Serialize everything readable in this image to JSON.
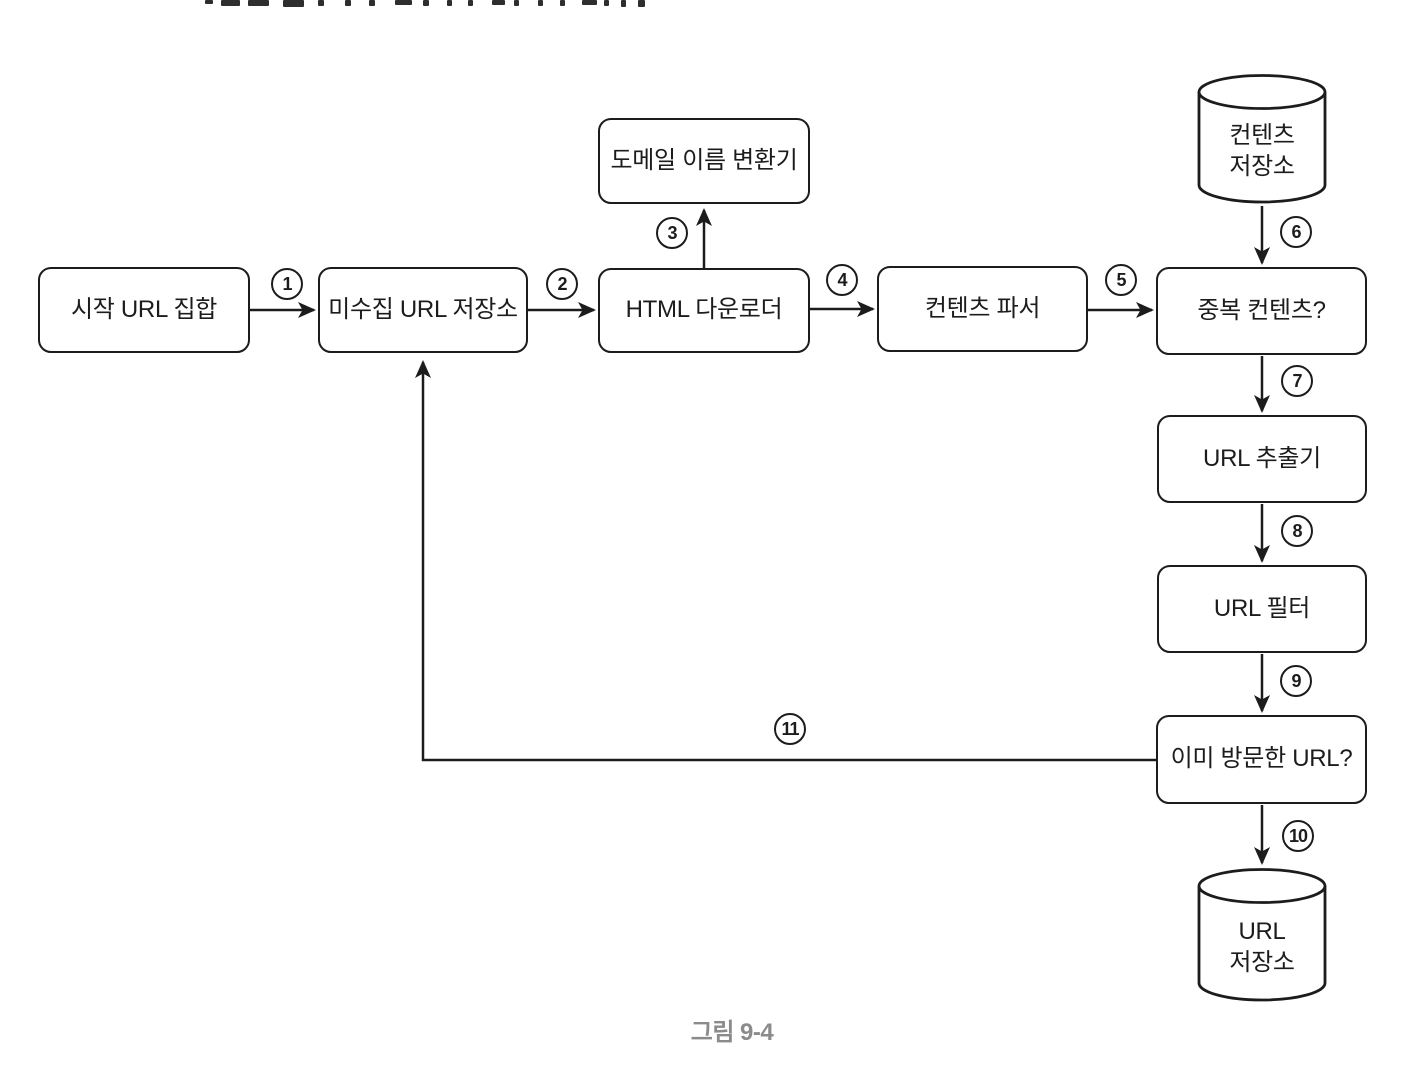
{
  "figure_caption": "그림 9-4",
  "nodes": {
    "start_url_set": {
      "label": "시작 URL 집합"
    },
    "unvisited_url_store": {
      "label": "미수집 URL 저장소"
    },
    "html_downloader": {
      "label": "HTML 다운로더"
    },
    "domain_name_resolver": {
      "label": "도메일 이름 변환기"
    },
    "content_parser": {
      "label": "컨텐츠 파서"
    },
    "duplicate_content_check": {
      "label": "중복 컨텐츠?"
    },
    "content_storage": {
      "line1": "컨텐츠",
      "line2": "저장소"
    },
    "url_extractor": {
      "label": "URL 추출기"
    },
    "url_filter": {
      "label": "URL 필터"
    },
    "visited_url_check": {
      "label": "이미 방문한 URL?"
    },
    "url_storage": {
      "line1": "URL",
      "line2": "저장소"
    }
  },
  "step_numbers": [
    "1",
    "2",
    "3",
    "4",
    "5",
    "6",
    "7",
    "8",
    "9",
    "10",
    "11"
  ],
  "edges": [
    {
      "step": "1",
      "from": "start_url_set",
      "to": "unvisited_url_store"
    },
    {
      "step": "2",
      "from": "unvisited_url_store",
      "to": "html_downloader"
    },
    {
      "step": "3",
      "from": "html_downloader",
      "to": "domain_name_resolver"
    },
    {
      "step": "4",
      "from": "html_downloader",
      "to": "content_parser"
    },
    {
      "step": "5",
      "from": "content_parser",
      "to": "duplicate_content_check"
    },
    {
      "step": "6",
      "from": "content_storage",
      "to": "duplicate_content_check"
    },
    {
      "step": "7",
      "from": "duplicate_content_check",
      "to": "url_extractor"
    },
    {
      "step": "8",
      "from": "url_extractor",
      "to": "url_filter"
    },
    {
      "step": "9",
      "from": "url_filter",
      "to": "visited_url_check"
    },
    {
      "step": "10",
      "from": "visited_url_check",
      "to": "url_storage"
    },
    {
      "step": "11",
      "from": "visited_url_check",
      "to": "unvisited_url_store"
    }
  ],
  "colors": {
    "line": "#1c1c1c",
    "node_fill": "#ffffff",
    "caption": "#8b8b8b",
    "background": "#ffffff"
  }
}
